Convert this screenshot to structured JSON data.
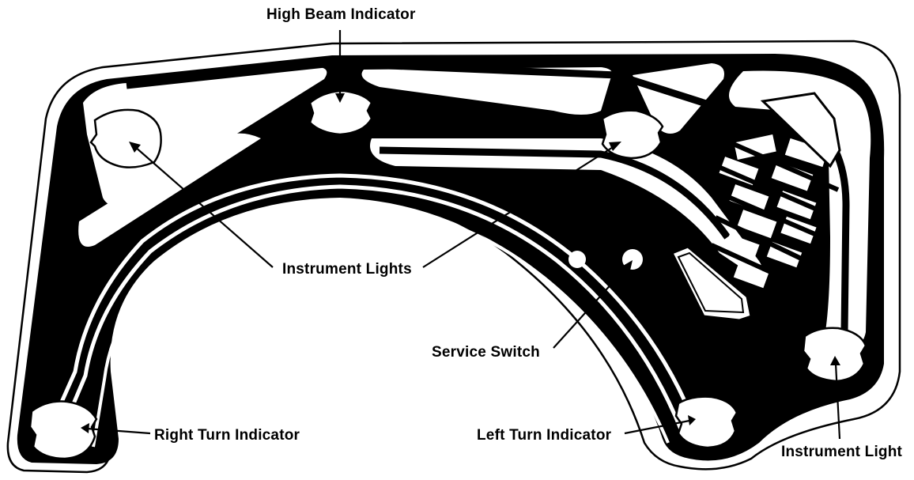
{
  "labels": {
    "high_beam_indicator": "High Beam Indicator",
    "instrument_lights": "Instrument Lights",
    "service_switch": "Service Switch",
    "right_turn_indicator": "Right Turn Indicator",
    "left_turn_indicator": "Left Turn Indicator",
    "instrument_light": "Instrument Light"
  },
  "colors": {
    "ink": "#000000",
    "paper": "#ffffff"
  }
}
